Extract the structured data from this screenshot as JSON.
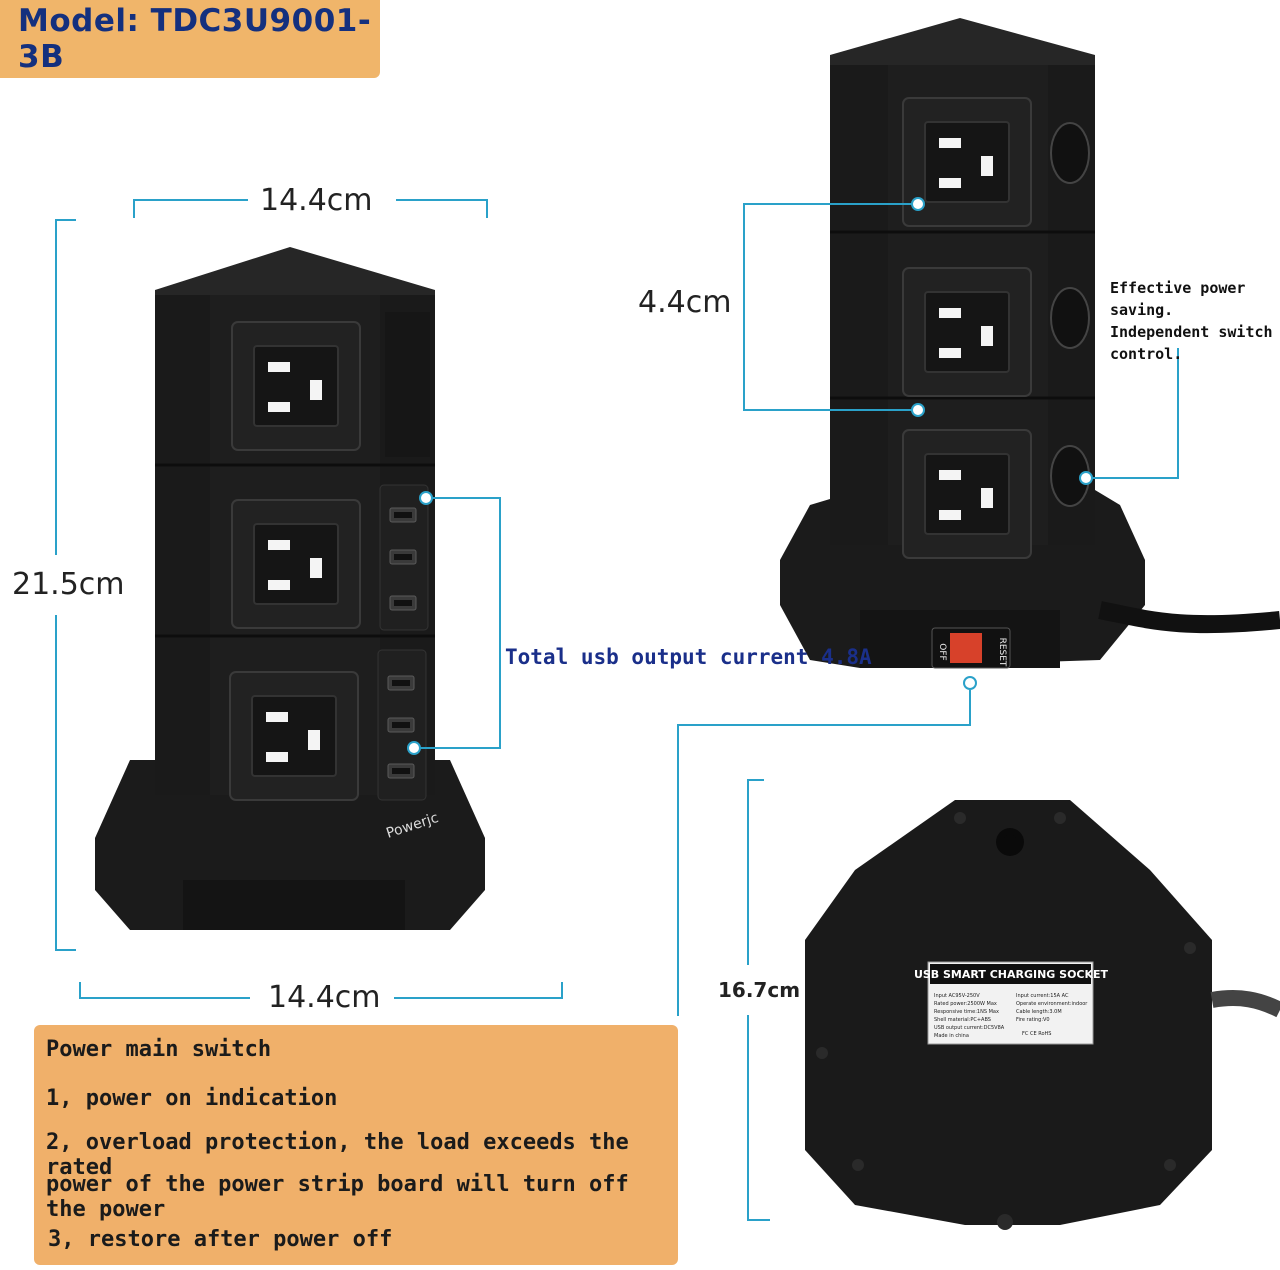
{
  "model": "Model: TDC3U9001-3B",
  "dimensions": {
    "top_width": "14.4cm",
    "height": "21.5cm",
    "bottom_width": "14.4cm",
    "outlet_spacing": "4.4cm",
    "base_depth": "16.7cm"
  },
  "callouts": {
    "switch_line1": "Effective power saving.",
    "switch_line2": "Independent switch",
    "switch_line3": "control.",
    "usb_total": "Total usb output current 4.8A"
  },
  "product": {
    "brand": "Powerjc",
    "main_switch_left": "OFF",
    "main_switch_right": "RESET",
    "label_title": "USB SMART CHARGING SOCKET",
    "label_left": [
      "Input AC95V-250V",
      "Rated power:2500W Max",
      "Responsive time:1NS Max",
      "Shell material:PC+ABS",
      "USB output current:DC5V8A",
      "Made in china"
    ],
    "label_right": [
      "Input current:15A AC",
      "Operate environment:indoor",
      "Cable length:3.0M",
      "Fire rating:V0",
      "FC CE RoHS"
    ]
  },
  "info": {
    "title": "Power main switch",
    "line1": "1, power on indication",
    "line2": "2, overload protection, the load exceeds the rated",
    "line3": "power of the power strip board will turn off the power",
    "line4": "3, restore after power off"
  },
  "colors": {
    "accent_line": "#2aa1c9",
    "badge": "#f0b56a",
    "body": "#1c1c1c",
    "switch_red": "#d7412a"
  }
}
